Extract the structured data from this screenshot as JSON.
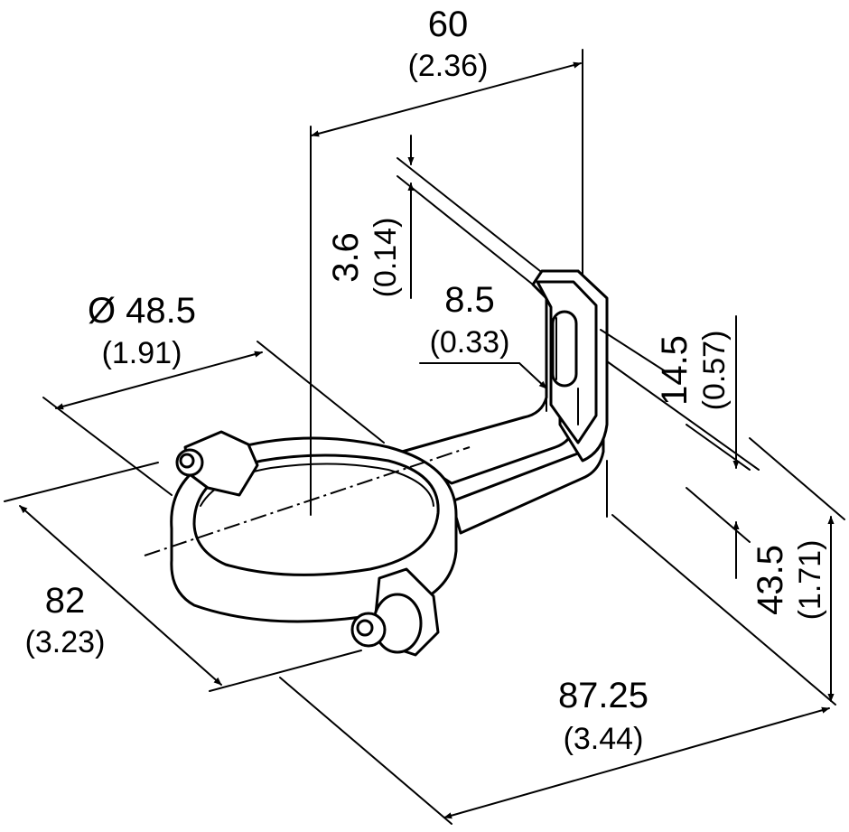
{
  "dimensions": {
    "width_top": {
      "mm": "60",
      "inch": "(2.36)"
    },
    "thickness": {
      "mm": "3.6",
      "inch": "(0.14)"
    },
    "slot_width": {
      "mm": "8.5",
      "inch": "(0.33)"
    },
    "diameter": {
      "mm": "Ø 48.5",
      "inch": "(1.91)"
    },
    "slot_height": {
      "mm": "14.5",
      "inch": "(0.57)"
    },
    "depth": {
      "mm": "82",
      "inch": "(3.23)"
    },
    "height": {
      "mm": "43.5",
      "inch": "(1.71)"
    },
    "length": {
      "mm": "87.25",
      "inch": "(3.44)"
    }
  },
  "colors": {
    "line": "#000000",
    "background": "#ffffff"
  }
}
